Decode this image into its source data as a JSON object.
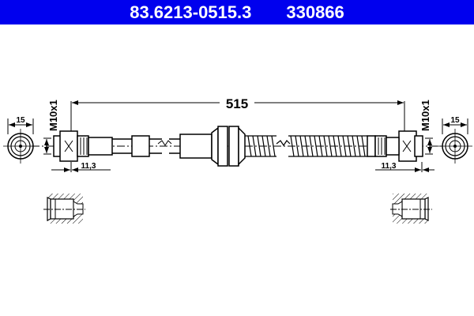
{
  "header": {
    "part_number": "83.6213-0515.3",
    "ref_number": "330866",
    "background_color": "#0000ee",
    "text_color": "#ffffff"
  },
  "drawing": {
    "total_length": "515",
    "left_end": {
      "thread": "M10x1",
      "fitting_width": "15",
      "length": "11,3"
    },
    "right_end": {
      "thread": "M10x1",
      "fitting_width": "15",
      "length": "11,3"
    }
  }
}
